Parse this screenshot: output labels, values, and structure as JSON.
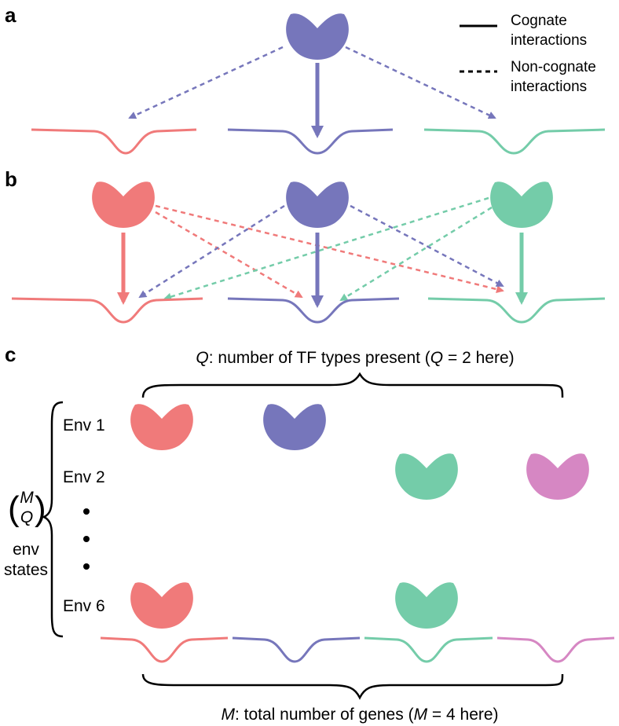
{
  "panels": {
    "a": "a",
    "b": "b",
    "c": "c"
  },
  "legend": {
    "cognate_line1": "Cognate",
    "cognate_line2": "interactions",
    "noncognate_line1": "Non-cognate",
    "noncognate_line2": "interactions"
  },
  "panel_c": {
    "q_label_var": "Q",
    "q_label_text": ": number of TF types present (",
    "q_label_eq_var": "Q",
    "q_label_eq_text": " = 2 here)",
    "env_rows": [
      "Env 1",
      "Env 2",
      "Env 6"
    ],
    "binom_top": "M",
    "binom_bottom": "Q",
    "binom_caption_1": "env",
    "binom_caption_2": "states",
    "m_label_var": "M",
    "m_label_text": ": total number of genes (",
    "m_label_eq_var": "M",
    "m_label_eq_text": " = 4 here)"
  },
  "colors": {
    "red": "#f07a7a",
    "blue": "#7676bb",
    "green": "#74cca9",
    "pink": "#d687c3"
  }
}
